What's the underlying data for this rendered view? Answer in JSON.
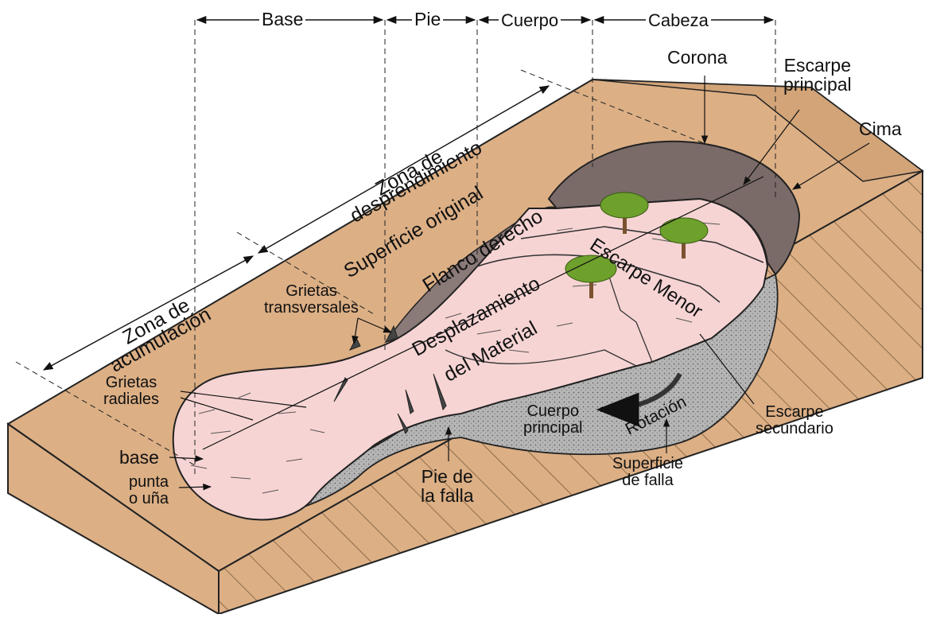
{
  "sections": {
    "base": "Base",
    "pie": "Pie",
    "cuerpo": "Cuerpo",
    "cabeza": "Cabeza"
  },
  "zones": {
    "desprendimiento_1": "Zona de",
    "desprendimiento_2": "desprendimiento",
    "acumulacion_1": "Zona de",
    "acumulacion_2": "acumulación"
  },
  "labels": {
    "corona": "Corona",
    "escarpe_principal_1": "Escarpe",
    "escarpe_principal_2": "principal",
    "cima": "Cima",
    "superficie_original": "Superficie original",
    "flanco_derecho": "Flanco derecho",
    "escarpe_menor": "Escarpe Menor",
    "grietas_transversales_1": "Grietas",
    "grietas_transversales_2": "transversales",
    "desplazamiento_1": "Desplazamiento",
    "desplazamiento_2": "del Material",
    "grietas_radiales_1": "Grietas",
    "grietas_radiales_2": "radiales",
    "base_point": "base",
    "punta_1": "punta",
    "punta_2": "o uña",
    "pie_falla_1": "Pie de",
    "pie_falla_2": "la falla",
    "cuerpo_principal_1": "Cuerpo",
    "cuerpo_principal_2": "principal",
    "rotacion": "Rotación",
    "escarpe_secundario_1": "Escarpe",
    "escarpe_secundario_2": "secundario",
    "superficie_falla_1": "Superficie",
    "superficie_falla_2": "de falla"
  },
  "colors": {
    "terrain": "#dcaf85",
    "slide_body": "#f7d4d4",
    "scarp": "#7a6a68",
    "rupture": "#b9b9b9",
    "tree": "#6ea02c"
  }
}
